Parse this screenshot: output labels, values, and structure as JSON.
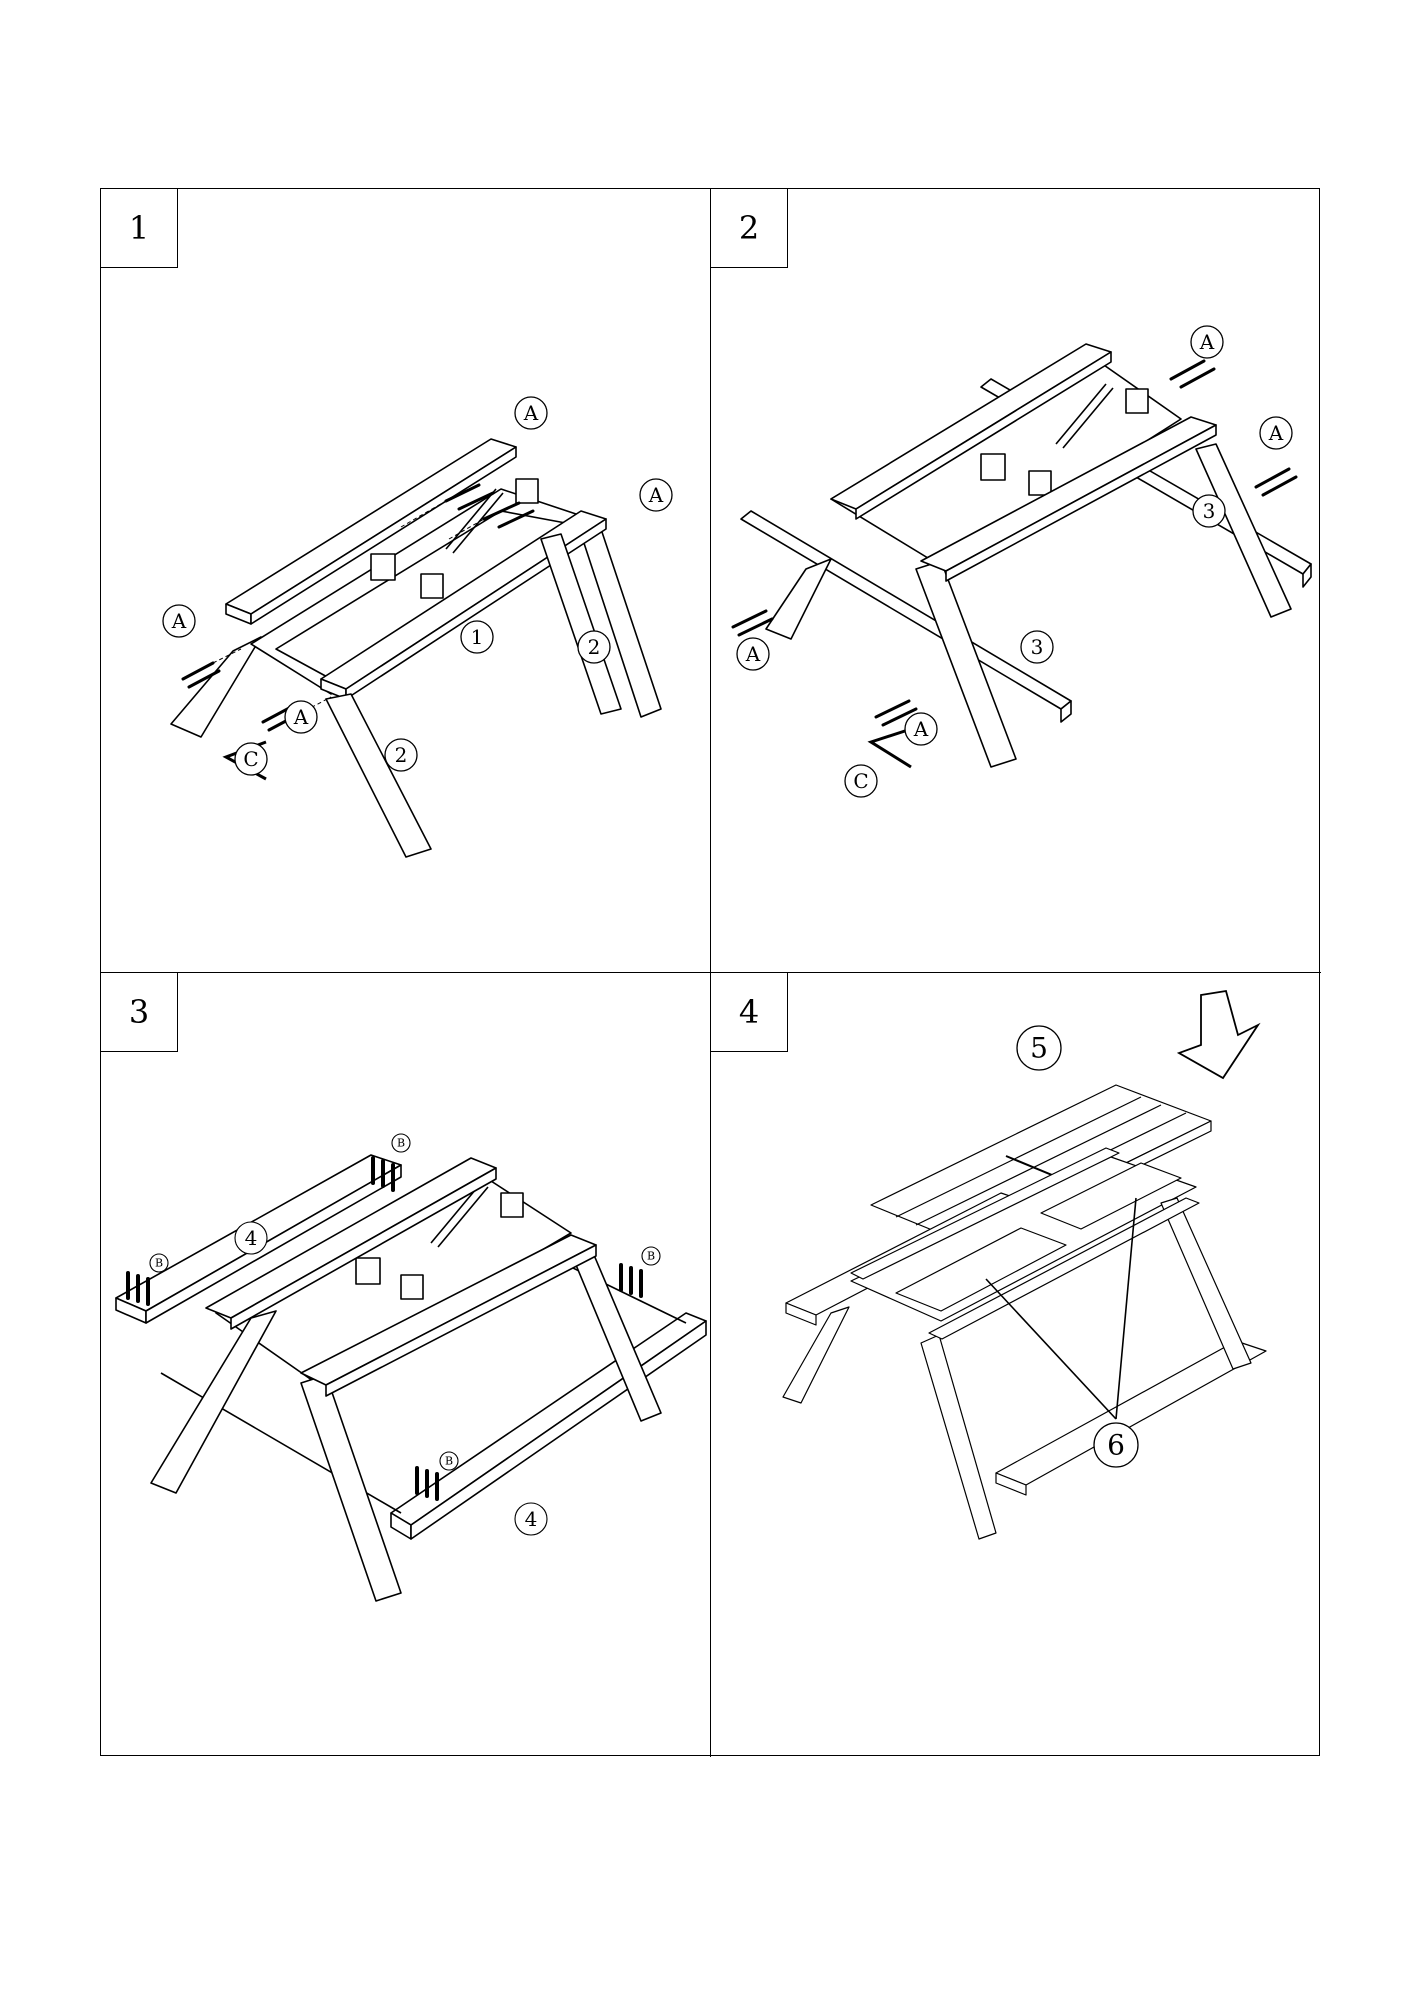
{
  "steps": [
    {
      "number": "1",
      "callouts": {
        "part_1": "1",
        "part_2a": "2",
        "part_2b": "2",
        "hw_a1": "A",
        "hw_a2": "A",
        "hw_a3": "A",
        "hw_a4": "A",
        "tool_c": "C"
      }
    },
    {
      "number": "2",
      "callouts": {
        "part_3a": "3",
        "part_3b": "3",
        "hw_a1": "A",
        "hw_a2": "A",
        "hw_a3": "A",
        "hw_a4": "A",
        "tool_c": "C"
      }
    },
    {
      "number": "3",
      "callouts": {
        "part_4a": "4",
        "part_4b": "4",
        "hw_b1": "B",
        "hw_b2": "B",
        "hw_b3": "B",
        "hw_b4": "B"
      }
    },
    {
      "number": "4",
      "callouts": {
        "part_5": "5",
        "part_6": "6"
      }
    }
  ]
}
